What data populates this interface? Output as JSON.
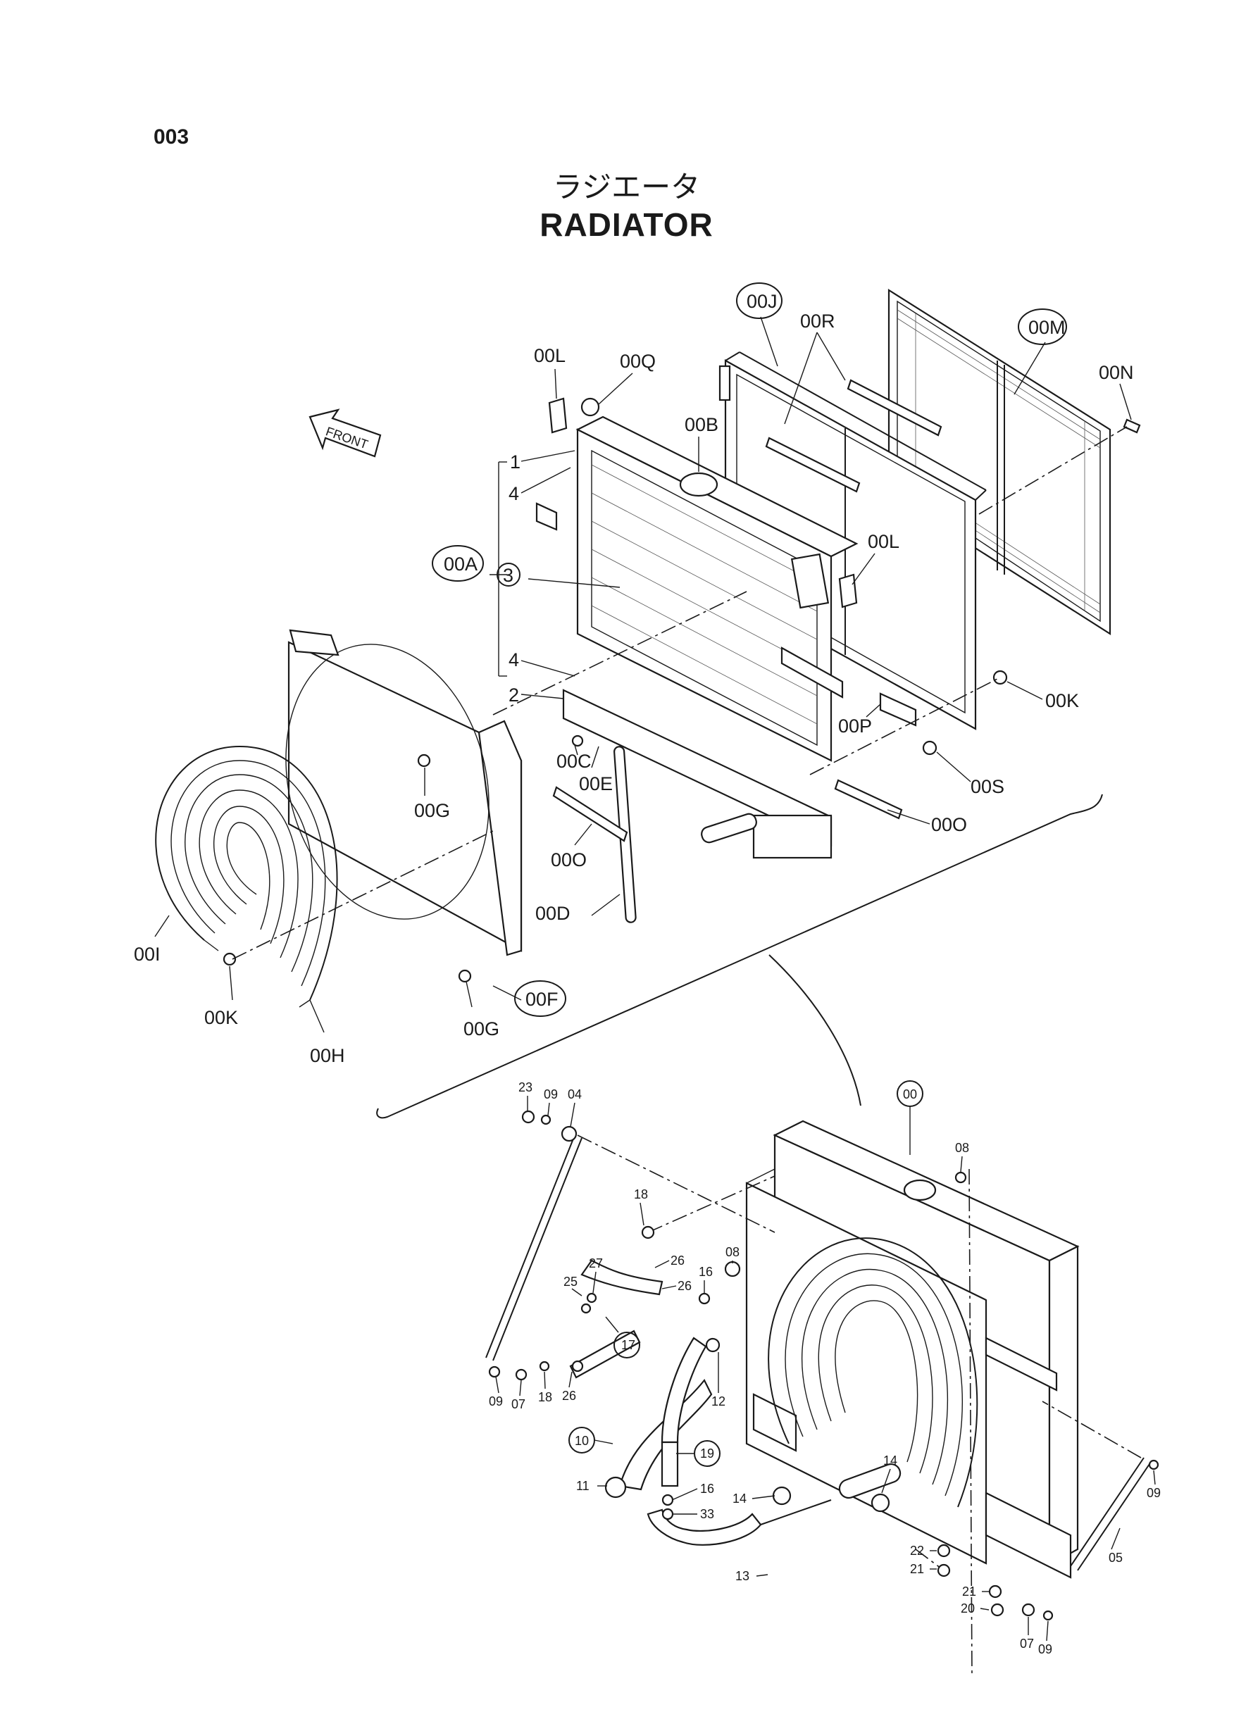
{
  "page": {
    "code": "003",
    "title_jp": "ラジエータ",
    "title_en": "RADIATOR",
    "front_arrow": "FRONT"
  },
  "callouts": {
    "upper": {
      "00J": "00J",
      "00R": "00R",
      "00M": "00M",
      "00N": "00N",
      "00L_top": "00L",
      "00Q": "00Q",
      "00B": "00B",
      "00L_right": "00L",
      "00A": "00A",
      "n3": "3",
      "n1": "1",
      "n4a": "4",
      "n4b": "4",
      "n2": "2",
      "00K_right": "00K",
      "00P": "00P",
      "00S": "00S",
      "00O_right": "00O",
      "00C": "00C",
      "00E": "00E",
      "00O_left": "00O",
      "00D": "00D",
      "00G_top": "00G",
      "00G_bottom": "00G",
      "00F": "00F",
      "00I": "00I",
      "00K_left": "00K",
      "00H": "00H"
    },
    "lower": {
      "n00": "00",
      "n23": "23",
      "n09a": "09",
      "n04": "04",
      "n08a": "08",
      "n18a": "18",
      "n27": "27",
      "n26a": "26",
      "n26b": "26",
      "n25": "25",
      "n16a": "16",
      "n08b": "08",
      "n17": "17",
      "n26c": "26",
      "n18b": "18",
      "n09b": "09",
      "n07a": "07",
      "n12": "12",
      "n10": "10",
      "n19": "19",
      "n11": "11",
      "n16b": "16",
      "n33": "33",
      "n14a": "14",
      "n14b": "14",
      "n13": "13",
      "n22": "22",
      "n21a": "21",
      "n21b": "21",
      "n20": "20",
      "n07b": "07",
      "n09c": "09",
      "n09d": "09",
      "n05": "05"
    }
  },
  "colors": {
    "ink": "#1a1a1a",
    "paper": "#ffffff"
  }
}
